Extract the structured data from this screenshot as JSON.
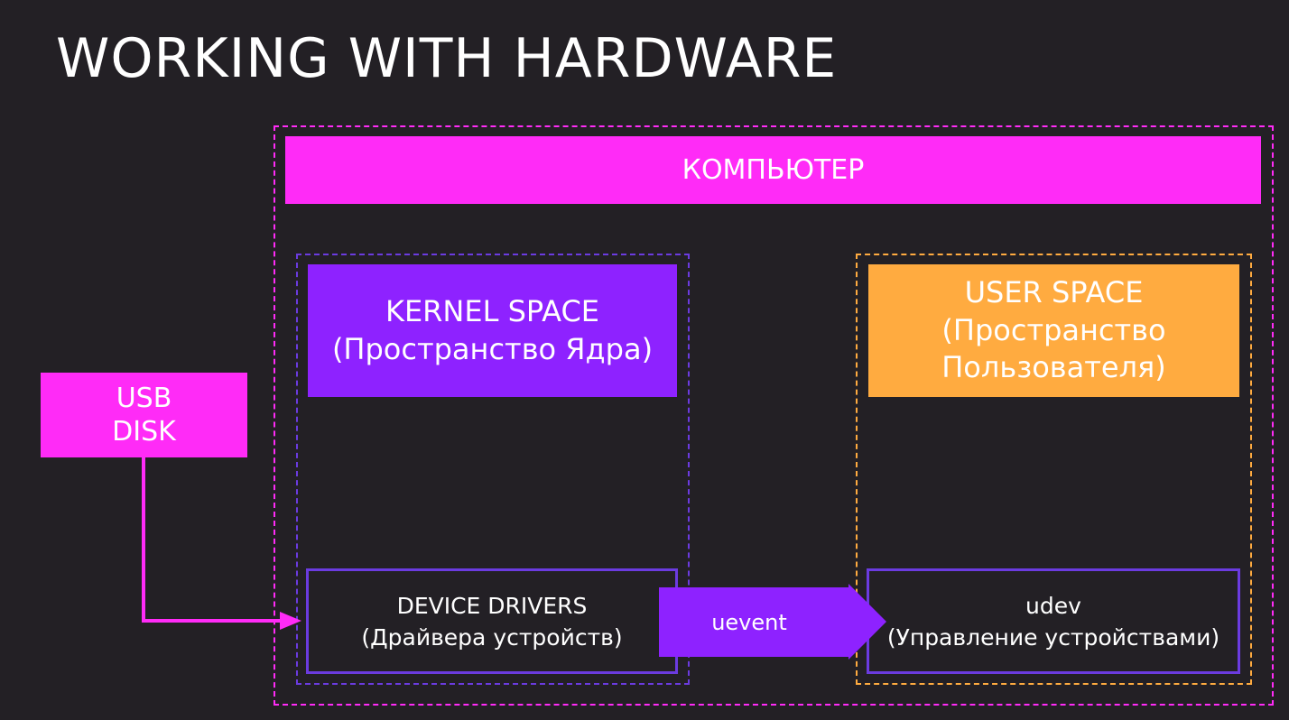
{
  "title": "WORKING WITH HARDWARE",
  "computer": {
    "label": "КОМПЬЮТЕР"
  },
  "kernel_space": {
    "line1": "KERNEL SPACE",
    "line2": "(Пространство Ядра)"
  },
  "user_space": {
    "line1": "USER SPACE",
    "line2": "(Пространство",
    "line3": "Пользователя)"
  },
  "usb_disk": {
    "line1": "USB",
    "line2": "DISK"
  },
  "device_drivers": {
    "line1": "DEVICE DRIVERS",
    "line2": "(Драйвера устройств)"
  },
  "udev": {
    "line1": "udev",
    "line2": "(Управление устройствами)"
  },
  "uevent": {
    "label": "uevent"
  },
  "colors": {
    "background": "#232025",
    "magenta": "#ff2bf7",
    "purple": "#8e22ff",
    "indigo_border": "#6b3be0",
    "orange": "#ffab40",
    "text": "#ffffff"
  }
}
